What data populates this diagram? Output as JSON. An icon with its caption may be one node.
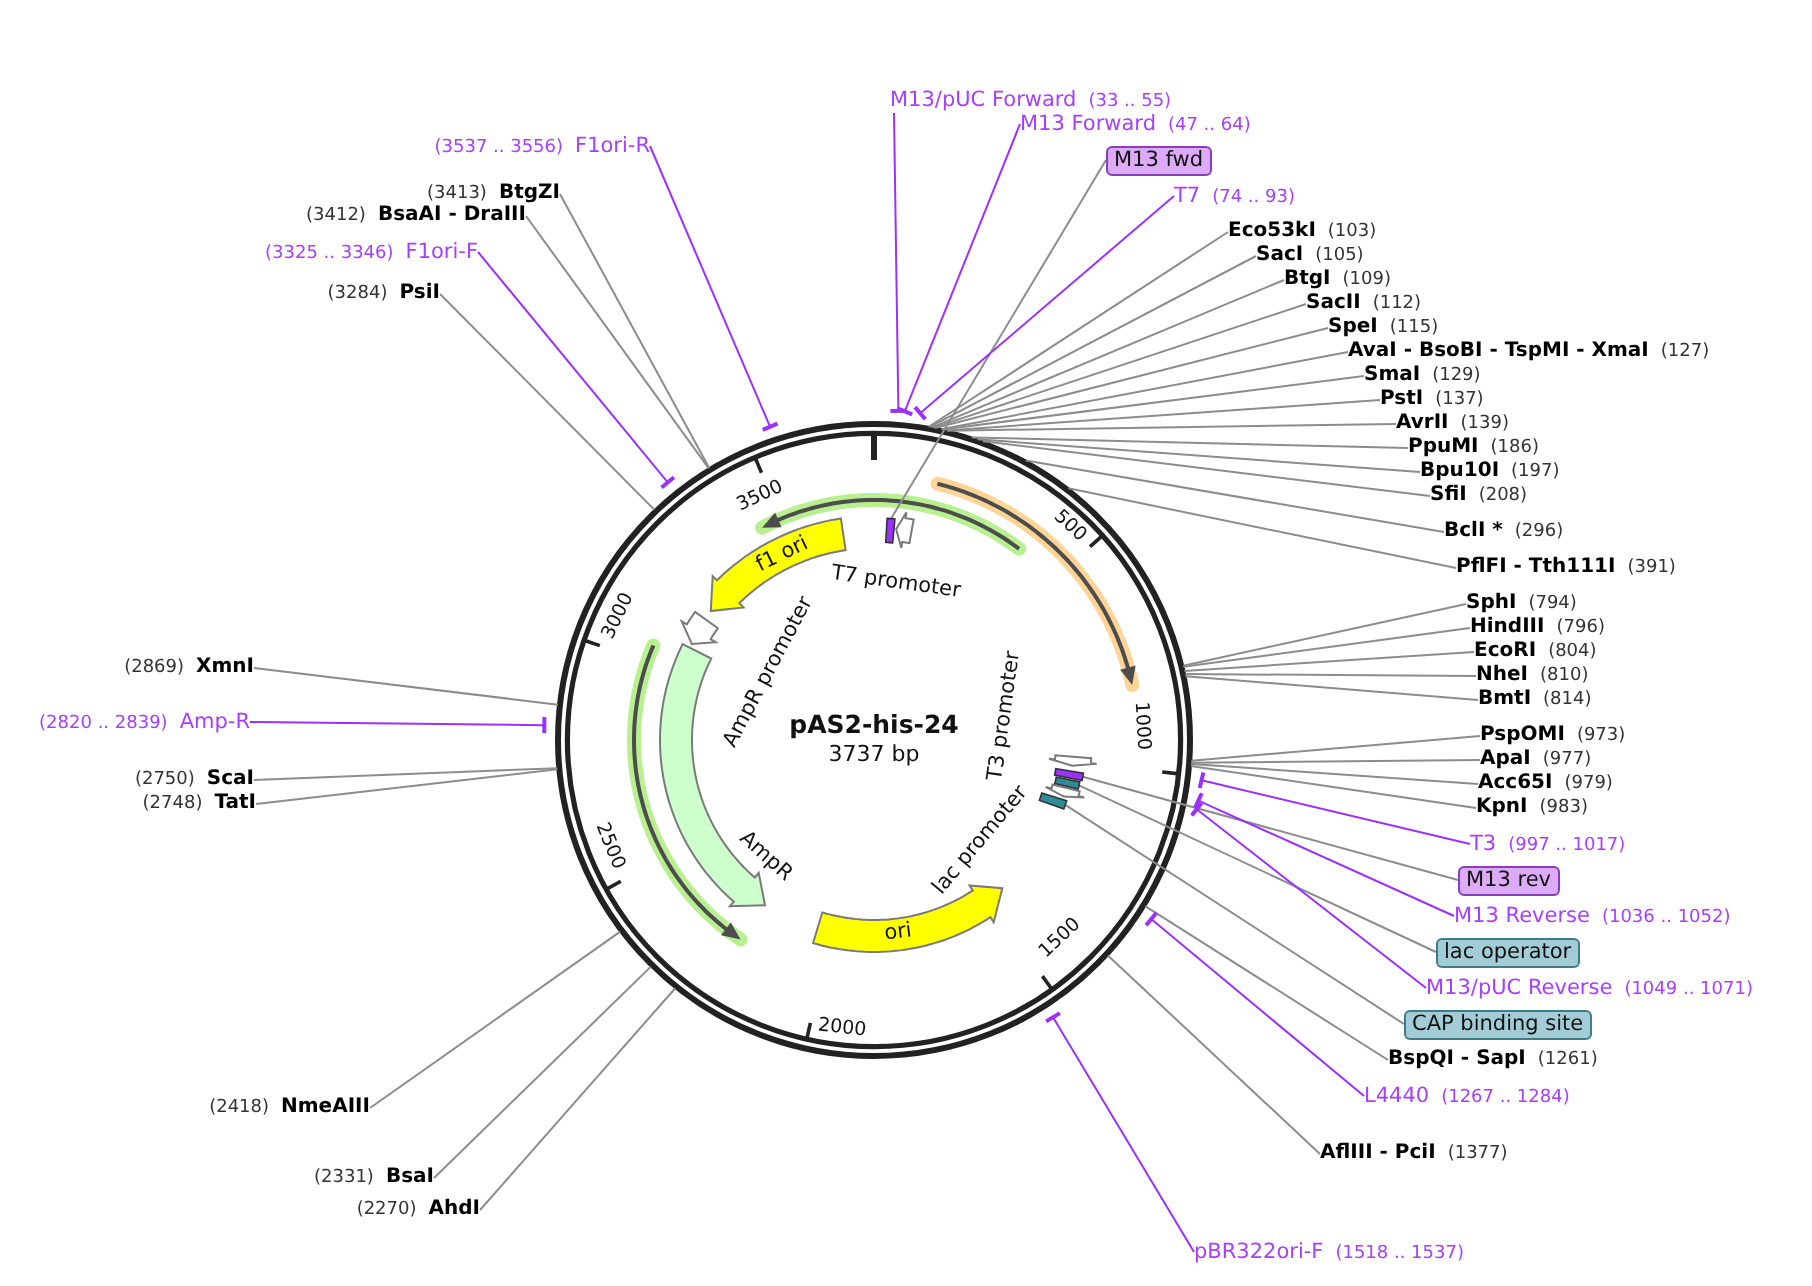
{
  "diagram": {
    "nodes": [
      {
        "text": [
          "M13/pUC Forward",
          "(33 .. 55)"
        ]
      },
      {
        "text": [
          "M13 Forward",
          "(47 .. 64)"
        ]
      },
      {
        "text": [
          "M13 fwd"
        ]
      },
      {
        "text": [
          "T7",
          "(74 .. 93)"
        ]
      },
      {
        "text": [
          "Eco53kI",
          "(103)"
        ]
      },
      {
        "text": [
          "SacI",
          "(105)"
        ]
      },
      {
        "text": [
          "BtgI",
          "(109)"
        ]
      },
      {
        "text": [
          "SacII",
          "(112)"
        ]
      },
      {
        "text": [
          "SpeI",
          "(115)"
        ]
      },
      {
        "text": [
          "AvaI - BsoBI - TspMI - XmaI",
          "(127)"
        ]
      },
      {
        "text": [
          "SmaI",
          "(129)"
        ]
      },
      {
        "text": [
          "PstI",
          "(137)"
        ]
      },
      {
        "text": [
          "AvrII",
          "(139)"
        ]
      },
      {
        "text": [
          "PpuMI",
          "(186)"
        ]
      },
      {
        "text": [
          "Bpu10I",
          "(197)"
        ]
      },
      {
        "text": [
          "SfiI",
          "(208)"
        ]
      },
      {
        "text": [
          "BclI *",
          "(296)"
        ]
      },
      {
        "text": [
          "PflFI - Tth111I",
          "(391)"
        ]
      },
      {
        "text": [
          "SphI",
          "(794)"
        ]
      },
      {
        "text": [
          "HindIII",
          "(796)"
        ]
      },
      {
        "text": [
          "EcoRI",
          "(804)"
        ]
      },
      {
        "text": [
          "NheI",
          "(810)"
        ]
      },
      {
        "text": [
          "BmtI",
          "(814)"
        ]
      },
      {
        "text": [
          "PspOMI",
          "(973)"
        ]
      },
      {
        "text": [
          "ApaI",
          "(977)"
        ]
      },
      {
        "text": [
          "Acc65I",
          "(979)"
        ]
      },
      {
        "text": [
          "KpnI",
          "(983)"
        ]
      },
      {
        "text": [
          "T3",
          "(997 .. 1017)"
        ]
      },
      {
        "text": [
          "M13 rev"
        ]
      },
      {
        "text": [
          "M13 Reverse",
          "(1036 .. 1052)"
        ]
      },
      {
        "text": [
          "lac operator"
        ]
      },
      {
        "text": [
          "M13/pUC Reverse",
          "(1049 .. 1071)"
        ]
      },
      {
        "text": [
          "CAP binding site"
        ]
      },
      {
        "text": [
          "BspQI - SapI",
          "(1261)"
        ]
      },
      {
        "text": [
          "L4440",
          "(1267 .. 1284)"
        ]
      },
      {
        "text": [
          "AflIII - PciI",
          "(1377)"
        ]
      },
      {
        "text": [
          "pBR322ori-F",
          "(1518 .. 1537)"
        ]
      },
      {
        "text": [
          "(2270)",
          "AhdI"
        ]
      },
      {
        "text": [
          "(2331)",
          "BsaI"
        ]
      },
      {
        "text": [
          "(2418)",
          "NmeAIII"
        ]
      },
      {
        "text": [
          "(2748)",
          "TatI"
        ]
      },
      {
        "text": [
          "(2750)",
          "ScaI"
        ]
      },
      {
        "text": [
          "(2820 .. 2839)",
          "Amp-R"
        ]
      },
      {
        "text": [
          "(2869)",
          "XmnI"
        ]
      },
      {
        "text": [
          "(3284)",
          "PsiI"
        ]
      },
      {
        "text": [
          "(3325 .. 3346)",
          "F1ori-F"
        ]
      },
      {
        "text": [
          "(3412)",
          "BsaAI - DraIII"
        ]
      },
      {
        "text": [
          "(3413)",
          "BtgZI"
        ]
      },
      {
        "text": [
          "(3537 .. 3556)",
          "F1ori-R"
        ]
      },
      {
        "text": [
          "T7 promoter"
        ]
      },
      {
        "text": [
          "T3 promoter"
        ]
      },
      {
        "text": [
          "lac promoter"
        ]
      },
      {
        "text": [
          "ori"
        ]
      },
      {
        "text": [
          "AmpR"
        ]
      },
      {
        "text": [
          "AmpR promoter"
        ]
      },
      {
        "text": [
          "f1 ori"
        ]
      },
      {
        "text": [],
        "shape": "bar"
      },
      {
        "text": [],
        "shape": "bar"
      },
      {
        "text": [],
        "shape": "bar"
      },
      {
        "text": [],
        "shape": "bar"
      }
    ],
    "edges": [
      {
        "from": 0,
        "to": null,
        "arrow": "other",
        "color": "#9b30ff"
      },
      {
        "from": 1,
        "to": null,
        "arrow": "other",
        "color": "#9b30ff"
      },
      {
        "from": 2,
        "to": 56,
        "arrow": "none"
      },
      {
        "from": 3,
        "to": null,
        "arrow": "other",
        "color": "#9b30ff"
      },
      {
        "from": 4,
        "to": null,
        "arrow": "none"
      },
      {
        "from": 5,
        "to": null,
        "arrow": "none"
      },
      {
        "from": 6,
        "to": null,
        "arrow": "none"
      },
      {
        "from": 7,
        "to": null,
        "arrow": "none"
      },
      {
        "from": 8,
        "to": null,
        "arrow": "none"
      },
      {
        "from": 9,
        "to": null,
        "arrow": "none"
      },
      {
        "from": 10,
        "to": null,
        "arrow": "none"
      },
      {
        "from": 11,
        "to": null,
        "arrow": "none"
      },
      {
        "from": 12,
        "to": null,
        "arrow": "none"
      },
      {
        "from": 13,
        "to": null,
        "arrow": "none"
      },
      {
        "from": 14,
        "to": null,
        "arrow": "none"
      },
      {
        "from": 15,
        "to": null,
        "arrow": "none"
      },
      {
        "from": 16,
        "to": null,
        "arrow": "none"
      },
      {
        "from": 17,
        "to": null,
        "arrow": "none"
      },
      {
        "from": 18,
        "to": null,
        "arrow": "none"
      },
      {
        "from": 19,
        "to": null,
        "arrow": "none"
      },
      {
        "from": 20,
        "to": null,
        "arrow": "none"
      },
      {
        "from": 21,
        "to": null,
        "arrow": "none"
      },
      {
        "from": 22,
        "to": null,
        "arrow": "none"
      },
      {
        "from": 23,
        "to": null,
        "arrow": "none"
      },
      {
        "from": 24,
        "to": null,
        "arrow": "none"
      },
      {
        "from": 25,
        "to": null,
        "arrow": "none"
      },
      {
        "from": 26,
        "to": null,
        "arrow": "none"
      },
      {
        "from": 27,
        "to": null,
        "arrow": "other",
        "color": "#9b30ff"
      },
      {
        "from": 28,
        "to": 57,
        "arrow": "none"
      },
      {
        "from": 29,
        "to": null,
        "arrow": "other",
        "color": "#9b30ff"
      },
      {
        "from": 30,
        "to": 58,
        "arrow": "none"
      },
      {
        "from": 31,
        "to": null,
        "arrow": "other",
        "color": "#9b30ff"
      },
      {
        "from": 32,
        "to": 59,
        "arrow": "none"
      },
      {
        "from": 33,
        "to": null,
        "arrow": "none"
      },
      {
        "from": 34,
        "to": null,
        "arrow": "other",
        "color": "#9b30ff"
      },
      {
        "from": 35,
        "to": null,
        "arrow": "none"
      },
      {
        "from": 36,
        "to": null,
        "arrow": "other",
        "color": "#9b30ff"
      },
      {
        "from": 37,
        "to": null,
        "arrow": "none"
      },
      {
        "from": 38,
        "to": null,
        "arrow": "none"
      },
      {
        "from": 39,
        "to": null,
        "arrow": "none"
      },
      {
        "from": 40,
        "to": null,
        "arrow": "none"
      },
      {
        "from": 41,
        "to": null,
        "arrow": "none"
      },
      {
        "from": 42,
        "to": null,
        "arrow": "other",
        "color": "#9b30ff"
      },
      {
        "from": 43,
        "to": null,
        "arrow": "none"
      },
      {
        "from": 44,
        "to": null,
        "arrow": "none"
      },
      {
        "from": 45,
        "to": null,
        "arrow": "other",
        "color": "#9b30ff"
      },
      {
        "from": 46,
        "to": null,
        "arrow": "none"
      },
      {
        "from": 47,
        "to": null,
        "arrow": "none"
      },
      {
        "from": 48,
        "to": null,
        "arrow": "other",
        "color": "#9b30ff"
      }
    ],
    "labels": [
      "pAS2-his-24",
      "3737 bp",
      "500",
      "1000",
      "1500",
      "2000",
      "2500",
      "3000",
      "3500"
    ]
  }
}
